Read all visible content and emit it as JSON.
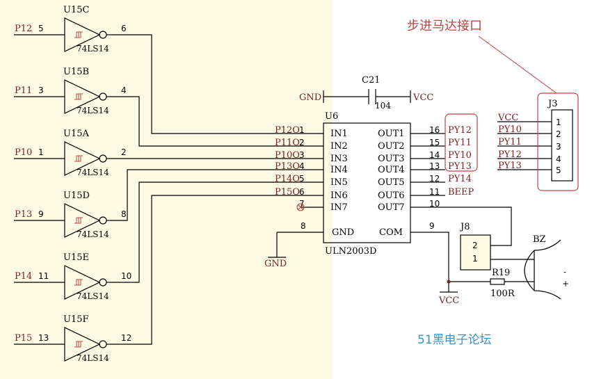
{
  "inverters": [
    {
      "ref": "U15C",
      "in_net": "P12",
      "in_pin": "5",
      "out_pin": "6",
      "part": "74LS14"
    },
    {
      "ref": "U15B",
      "in_net": "P11",
      "in_pin": "3",
      "out_pin": "4",
      "part": "74LS14"
    },
    {
      "ref": "U15A",
      "in_net": "P10",
      "in_pin": "1",
      "out_pin": "2",
      "part": "74LS14"
    },
    {
      "ref": "U15D",
      "in_net": "P13",
      "in_pin": "9",
      "out_pin": "8",
      "part": "74LS14"
    },
    {
      "ref": "U15E",
      "in_net": "P14",
      "in_pin": "11",
      "out_pin": "10",
      "part": "74LS14"
    },
    {
      "ref": "U15F",
      "in_net": "P15",
      "in_pin": "13",
      "out_pin": "12",
      "part": "74LS14"
    }
  ],
  "capacitor": {
    "ref": "C21",
    "value": "104",
    "gnd": "GND",
    "vcc": "VCC"
  },
  "uln": {
    "ref": "U6",
    "part": "ULN2003D",
    "inputs": [
      {
        "name": "IN1",
        "net": "P12O",
        "pin": "1"
      },
      {
        "name": "IN2",
        "net": "P11O",
        "pin": "2"
      },
      {
        "name": "IN3",
        "net": "P10O",
        "pin": "3"
      },
      {
        "name": "IN4",
        "net": "P13O",
        "pin": "4"
      },
      {
        "name": "IN5",
        "net": "P14O",
        "pin": "5"
      },
      {
        "name": "IN6",
        "net": "P15O",
        "pin": "6"
      },
      {
        "name": "IN7",
        "net": "",
        "pin": "7"
      }
    ],
    "outputs": [
      {
        "name": "OUT1",
        "pin": "16",
        "net": "PY12"
      },
      {
        "name": "OUT2",
        "pin": "15",
        "net": "PY11"
      },
      {
        "name": "OUT3",
        "pin": "14",
        "net": "PY10"
      },
      {
        "name": "OUT4",
        "pin": "13",
        "net": "PY13"
      },
      {
        "name": "OUT5",
        "pin": "12",
        "net": "PY14"
      },
      {
        "name": "OUT6",
        "pin": "11",
        "net": "BEEP"
      },
      {
        "name": "OUT7",
        "pin": "10",
        "net": ""
      }
    ],
    "gnd": {
      "name": "GND",
      "pin": "8"
    },
    "com": {
      "name": "COM",
      "pin": "9"
    }
  },
  "gnd_label": "GND",
  "vcc_label": "VCC",
  "connector_j3": {
    "ref": "J3",
    "caption": "步进马达接口",
    "pins": [
      "1",
      "2",
      "3",
      "4",
      "5"
    ],
    "nets": [
      "VCC",
      "PY10",
      "PY11",
      "PY12",
      "PY13"
    ]
  },
  "connector_j8": {
    "ref": "J8",
    "pins": [
      "2",
      "1"
    ]
  },
  "resistor": {
    "ref": "R19",
    "value": "100R"
  },
  "buzzer": {
    "ref": "BZ",
    "minus": "-",
    "plus": "+"
  },
  "watermark": "51黑电子论坛",
  "colors": {
    "background_left": "#fdfbe4",
    "annotation": "#c0413f",
    "watermark": "#3a8fc8"
  }
}
